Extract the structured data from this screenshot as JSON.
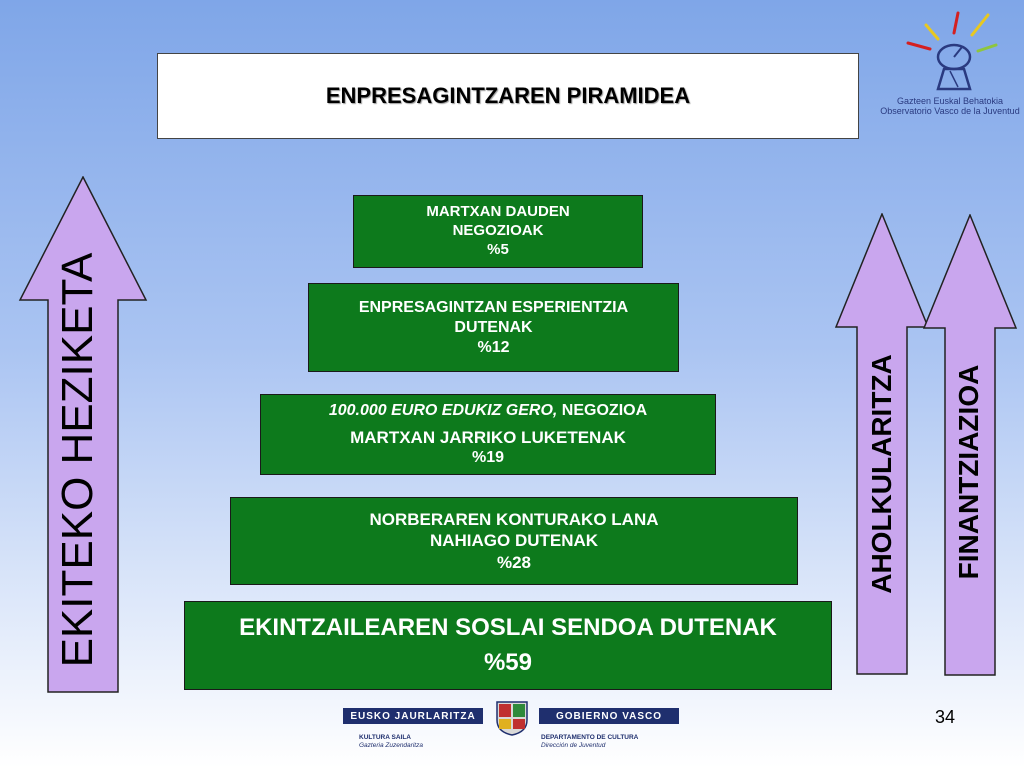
{
  "title": "ENPRESAGINTZAREN PIRAMIDEA",
  "pyramid": [
    {
      "line1": "MARTXAN DAUDEN",
      "line2": "NEGOZIOAK",
      "pct": "%5"
    },
    {
      "line1": "ENPRESAGINTZAN ESPERIENTZIA",
      "line2": "DUTENAK",
      "pct": "%12"
    },
    {
      "line1_italic": "100.000 EURO EDUKIZ GERO,",
      "line1_rest": " NEGOZIOA",
      "line2": "MARTXAN JARRIKO LUKETENAK",
      "pct": "%19"
    },
    {
      "line1": "NORBERAREN KONTURAKO LANA",
      "line2": "NAHIAGO DUTENAK",
      "pct": "%28"
    },
    {
      "line1": "EKINTZAILEAREN SOSLAI SENDOA DUTENAK",
      "pct": "%59"
    }
  ],
  "arrows": {
    "left": "EKITEKO HEZIKETA",
    "middle": "AHOLKULARITZA",
    "right": "FINANTZIAZIOA"
  },
  "colors": {
    "tier_fill": "#0d7a1c",
    "arrow_fill": "#c9a6ee",
    "background_top": "#7fa6e8"
  },
  "observatory": {
    "line1": "Gazteen Euskal Behatokia",
    "line2": "Observatorio Vasco de la Juventud"
  },
  "footer": {
    "eusko": "EUSKO JAURLARITZA",
    "gobierno": "GOBIERNO VASCO",
    "left_dept": "KULTURA SAILA",
    "left_sub": "Gazteria Zuzendaritza",
    "right_dept": "DEPARTAMENTO DE CULTURA",
    "right_sub": "Dirección de Juventud"
  },
  "page_number": "34"
}
